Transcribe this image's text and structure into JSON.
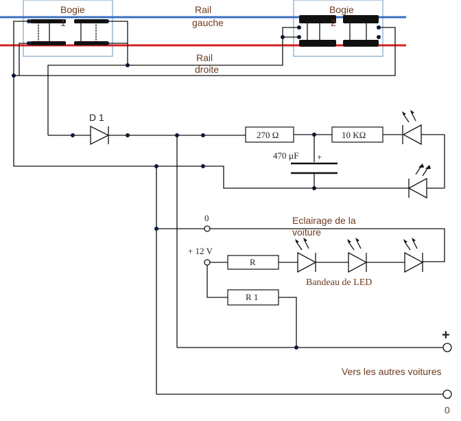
{
  "bogies": [
    {
      "title": "Bogie",
      "number": "1"
    },
    {
      "title": "Bogie",
      "number": "2"
    }
  ],
  "rails": {
    "left": {
      "line1": "Rail",
      "line2": "gauche",
      "color": "#3a6fc2"
    },
    "right": {
      "line1": "Rail",
      "line2": "droite",
      "color": "#d42020"
    }
  },
  "components": {
    "diode": "D 1",
    "resistor_1": "270 Ω",
    "resistor_2": "10 KΩ",
    "capacitor": "470 µF",
    "capacitor_polarity": "+",
    "resistor_r": "R",
    "resistor_r1": "R 1"
  },
  "lighting": {
    "terminal_0": "0",
    "title_line1": "Eclairage de la",
    "title_line2": "voiture",
    "terminal_12v": "+ 12 V",
    "led_strip": "Bandeau de LED"
  },
  "outputs": {
    "plus": "+",
    "caption": "Vers les autres voitures",
    "zero": "0"
  },
  "colors": {
    "wire": "#111111",
    "junction": "#0c1a3a",
    "bogie_frame": "#7fa3c8",
    "label": "#6b3a1f"
  }
}
